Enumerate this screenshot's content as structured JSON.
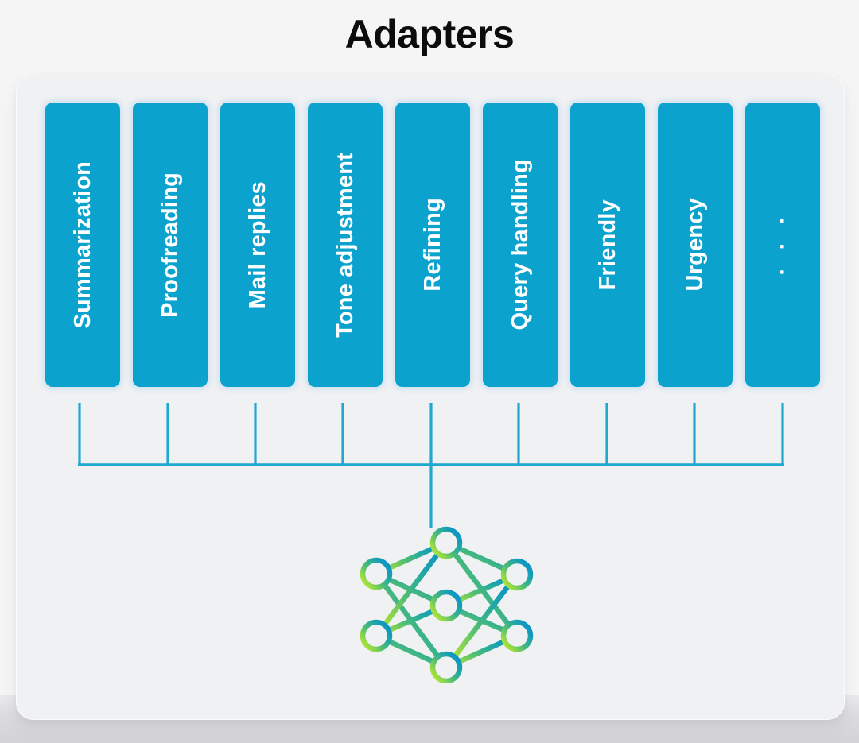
{
  "header": {
    "title": "Adapters"
  },
  "card": {
    "background_color": "#f0f1f3",
    "adapters": [
      {
        "label": "Summarization"
      },
      {
        "label": "Proofreading"
      },
      {
        "label": "Mail replies"
      },
      {
        "label": "Tone adjustment"
      },
      {
        "label": "Refining"
      },
      {
        "label": "Query handling"
      },
      {
        "label": "Friendly"
      },
      {
        "label": "Urgency"
      },
      {
        "label": "· · ·",
        "is_ellipsis": true
      }
    ],
    "adapter_box_color": "#0ba3cd",
    "adapter_label_color": "#ffffff",
    "connector": {
      "name": "bus-connector",
      "color": "#1fa8d0",
      "stub_count": 9,
      "trunk_target": "base-model-icon"
    },
    "base_model_icon": {
      "name": "neural-network-icon",
      "node_count": 7,
      "layers": [
        2,
        3,
        2
      ],
      "gradient_from": "#b4e72e",
      "gradient_mid": "#43b97d",
      "gradient_to": "#0b92c9"
    }
  },
  "colors": {
    "page_background": "#f5f5f5",
    "accent_blue": "#0ba3cd",
    "connector_blue": "#1fa8d0",
    "title_text": "#0c0c0c"
  }
}
